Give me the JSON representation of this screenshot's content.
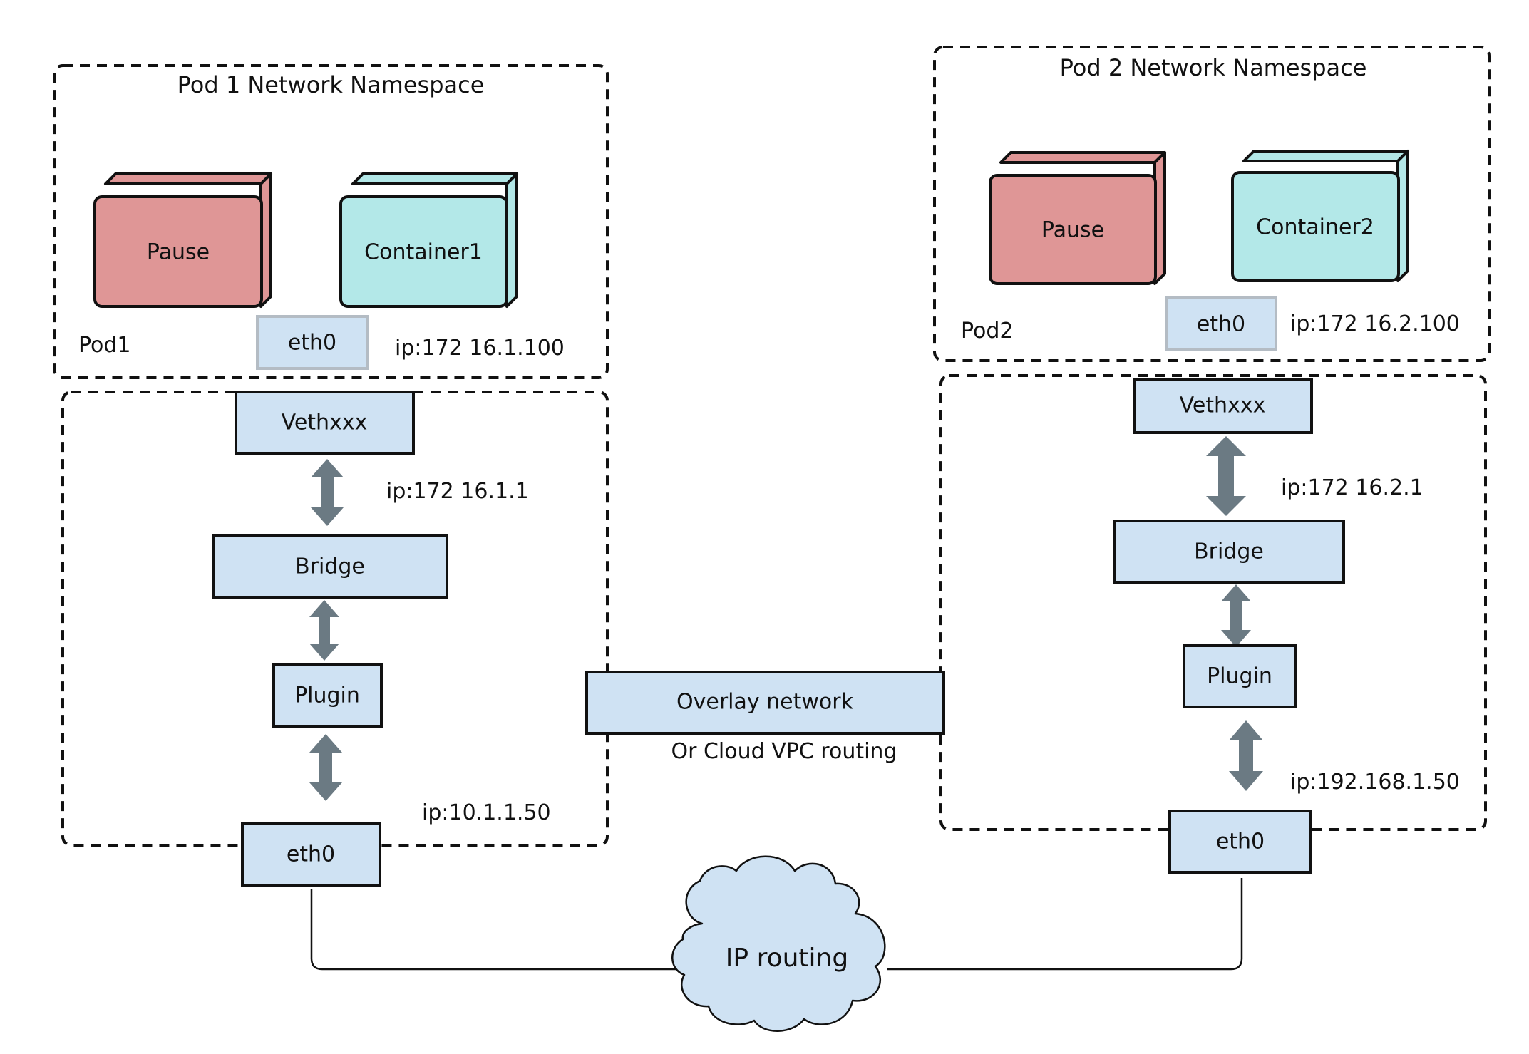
{
  "colors": {
    "box_fill": "#cfe2f3",
    "pause_fill": "#df9696",
    "container_fill": "#b3e8e8",
    "cloud_fill": "#cfe2f3",
    "arrow": "#6b7a83",
    "line": "#111111",
    "eth0_border": "#b4bcc4"
  },
  "pod1": {
    "namespace_title": "Pod 1 Network Namespace",
    "pause": "Pause",
    "container": "Container1",
    "pod_label": "Pod1",
    "eth0": "eth0",
    "ip": "ip:172 16.1.100",
    "veth": "Vethxxx",
    "veth_ip": "ip:172 16.1.1",
    "bridge": "Bridge",
    "plugin": "Plugin",
    "host_ip": "ip:10.1.1.50",
    "host_eth0": "eth0"
  },
  "pod2": {
    "namespace_title": "Pod 2 Network Namespace",
    "pause": "Pause",
    "container": "Container2",
    "pod_label": "Pod2",
    "eth0": "eth0",
    "ip": "ip:172 16.2.100",
    "veth": "Vethxxx",
    "veth_ip": "ip:172 16.2.1",
    "bridge": "Bridge",
    "plugin": "Plugin",
    "host_ip": "ip:192.168.1.50",
    "host_eth0": "eth0"
  },
  "overlay": {
    "label": "Overlay network",
    "sublabel": "Or Cloud VPC routing"
  },
  "routing": {
    "label": "IP routing"
  }
}
